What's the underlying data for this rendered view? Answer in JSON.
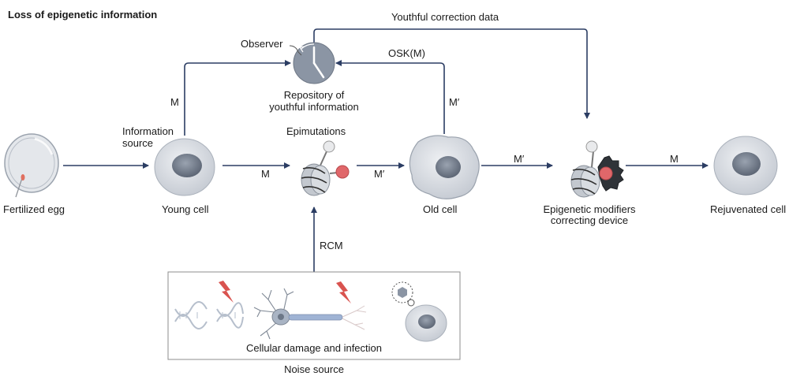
{
  "title": "Loss of epigenetic information",
  "nodes": {
    "egg": "Fertilized egg",
    "young": "Young cell",
    "info_source": [
      "Information",
      "source"
    ],
    "epimutations": "Epimutations",
    "old": "Old cell",
    "modifiers": [
      "Epigenetic modifiers",
      "correcting device"
    ],
    "rejuvenated": "Rejuvenated cell",
    "observer": "Observer",
    "repository": [
      "Repository of",
      "youthful information"
    ],
    "damage": "Cellular damage and infection",
    "noise": "Noise source"
  },
  "edges": {
    "youthful_correction": "Youthful correction data",
    "osk": "OSK(M)",
    "m_up": "M",
    "m_prime_up": "M′",
    "m_young_epi": "M",
    "m_prime_epi_old": "M′",
    "m_prime_old_mod": "M′",
    "m_mod_rej": "M",
    "rcm": "RCM"
  },
  "colors": {
    "arrow": "#2b3d63",
    "cell_fill": "#d9dde3",
    "nucleus": "#7b8594",
    "damage_red": "#d9534f",
    "repository_fill": "#8b95a4",
    "box_border": "#8c8c8c"
  }
}
